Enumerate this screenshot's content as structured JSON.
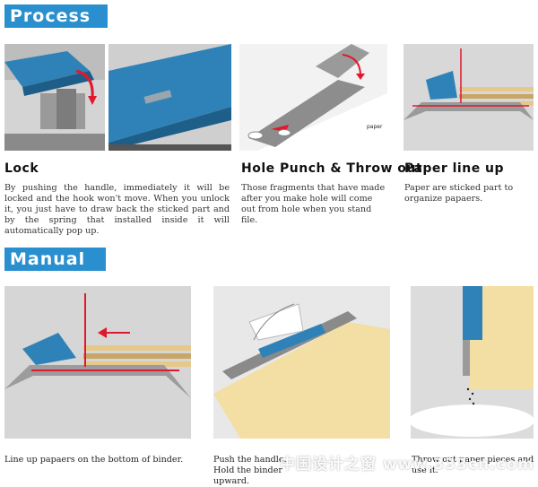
{
  "process": {
    "title": "Process",
    "lock": {
      "heading": "Lock",
      "text": "By pushing the handle, immediately it will be locked and the hook won't move. When you unlock it, you just have to draw back the sticked part and by the spring that installed inside it will automatically pop up."
    },
    "hole": {
      "heading": "Hole Punch & Throw out",
      "text": "Those fragments that have made after you make hole will come out from hole when you stand file.",
      "paper_label": "paper"
    },
    "paperline": {
      "heading": "Paper line up",
      "text": "Paper are sticked part to organize papaers."
    }
  },
  "manual": {
    "title": "Manual",
    "step1": "Line up papaers on the bottom of binder.",
    "step2": "Push the handle. Hold the binder upward.",
    "step3": "Throw out paper pieces and use it."
  },
  "watermark": "中国设计之窗 www.333cn.com",
  "colors": {
    "accent": "#2a8fcf",
    "arrow_red": "#e0182d",
    "part_blue": "#2f82b8",
    "paper_yellow": "#f3dfa3"
  }
}
